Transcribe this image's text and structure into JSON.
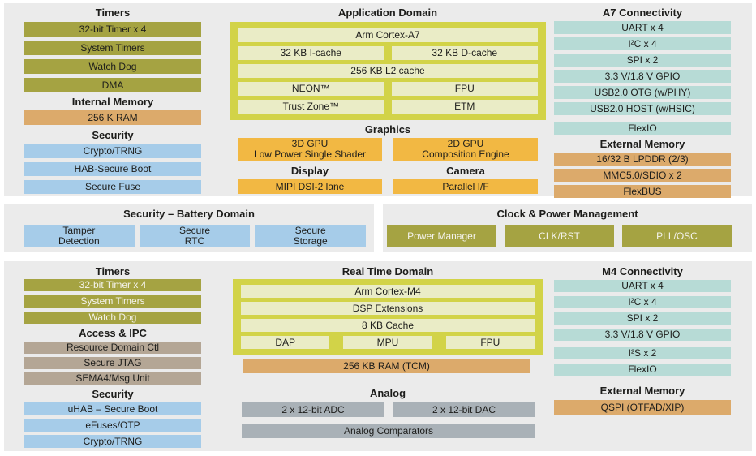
{
  "colors": {
    "panel_background": "#ebebeb",
    "olive": "#a5a342",
    "core_frame": "#d2d348",
    "core_fill": "#eaecc6",
    "teal": "#b7dbd6",
    "light_blue": "#a6cce9",
    "orange": "#dcaa6b",
    "gold": "#f2b843",
    "tan": "#b4a695",
    "gray": "#a9b1b7",
    "text_dark": "#1d1d1b",
    "text_light": "#f4f3ec"
  },
  "top_panel": {
    "left": {
      "timers_heading": "Timers",
      "timers": [
        "32-bit Timer x 4",
        "System Timers",
        "Watch Dog",
        "DMA"
      ],
      "internal_memory_heading": "Internal Memory",
      "internal_memory": [
        "256 K RAM"
      ],
      "security_heading": "Security",
      "security": [
        "Crypto/TRNG",
        "HAB-Secure Boot",
        "Secure Fuse"
      ]
    },
    "center": {
      "heading": "Application Domain",
      "core": {
        "cpu": "Arm Cortex-A7",
        "icache": "32 KB I-cache",
        "dcache": "32 KB D-cache",
        "l2cache": "256 KB L2 cache",
        "neon": "NEON™",
        "fpu": "FPU",
        "trustzone": "Trust Zone™",
        "etm": "ETM"
      },
      "graphics_heading": "Graphics",
      "gpu3d": {
        "line1": "3D GPU",
        "line2": "Low Power Single Shader"
      },
      "gpu2d": {
        "line1": "2D GPU",
        "line2": "Composition Engine"
      },
      "display_heading": "Display",
      "display_item": "MIPI DSI-2 lane",
      "camera_heading": "Camera",
      "camera_item": "Parallel I/F"
    },
    "right": {
      "connectivity_heading": "A7 Connectivity",
      "connectivity": [
        "UART x 4",
        "I²C x 4",
        "SPI x 2",
        "3.3 V/1.8 V GPIO",
        "USB2.0 OTG (w/PHY)",
        "USB2.0 HOST (w/HSIC)",
        "FlexIO"
      ],
      "external_memory_heading": "External Memory",
      "external_memory": [
        "16/32 B LPDDR (2/3)",
        "MMC5.0/SDIO x 2",
        "FlexBUS"
      ]
    }
  },
  "battery_panel": {
    "heading": "Security – Battery Domain",
    "items": [
      {
        "line1": "Tamper",
        "line2": "Detection"
      },
      {
        "line1": "Secure",
        "line2": "RTC"
      },
      {
        "line1": "Secure",
        "line2": "Storage"
      }
    ]
  },
  "clock_panel": {
    "heading": "Clock & Power Management",
    "items": [
      "Power Manager",
      "CLK/RST",
      "PLL/OSC"
    ]
  },
  "bottom_panel": {
    "left": {
      "timers_heading": "Timers",
      "timers": [
        "32-bit Timer x 4",
        "System Timers",
        "Watch Dog"
      ],
      "access_heading": "Access & IPC",
      "access": [
        "Resource Domain Ctl",
        "Secure JTAG",
        "SEMA4/Msg Unit"
      ],
      "security_heading": "Security",
      "security": [
        "uHAB – Secure Boot",
        "eFuses/OTP",
        "Crypto/TRNG"
      ]
    },
    "center": {
      "heading": "Real Time Domain",
      "core": {
        "cpu": "Arm Cortex-M4",
        "dsp": "DSP Extensions",
        "cache": "8 KB Cache",
        "dap": "DAP",
        "mpu": "MPU",
        "fpu": "FPU"
      },
      "ram": "256 KB RAM (TCM)",
      "analog_heading": "Analog",
      "adc": "2 x 12-bit ADC",
      "dac": "2 x 12-bit DAC",
      "comparators": "Analog Comparators"
    },
    "right": {
      "connectivity_heading": "M4 Connectivity",
      "connectivity": [
        "UART x 4",
        "I²C x 4",
        "SPI x 2",
        "3.3 V/1.8 V GPIO",
        "I²S x 2",
        "FlexIO"
      ],
      "external_memory_heading": "External Memory",
      "external_memory": [
        "QSPI (OTFAD/XIP)"
      ]
    }
  }
}
